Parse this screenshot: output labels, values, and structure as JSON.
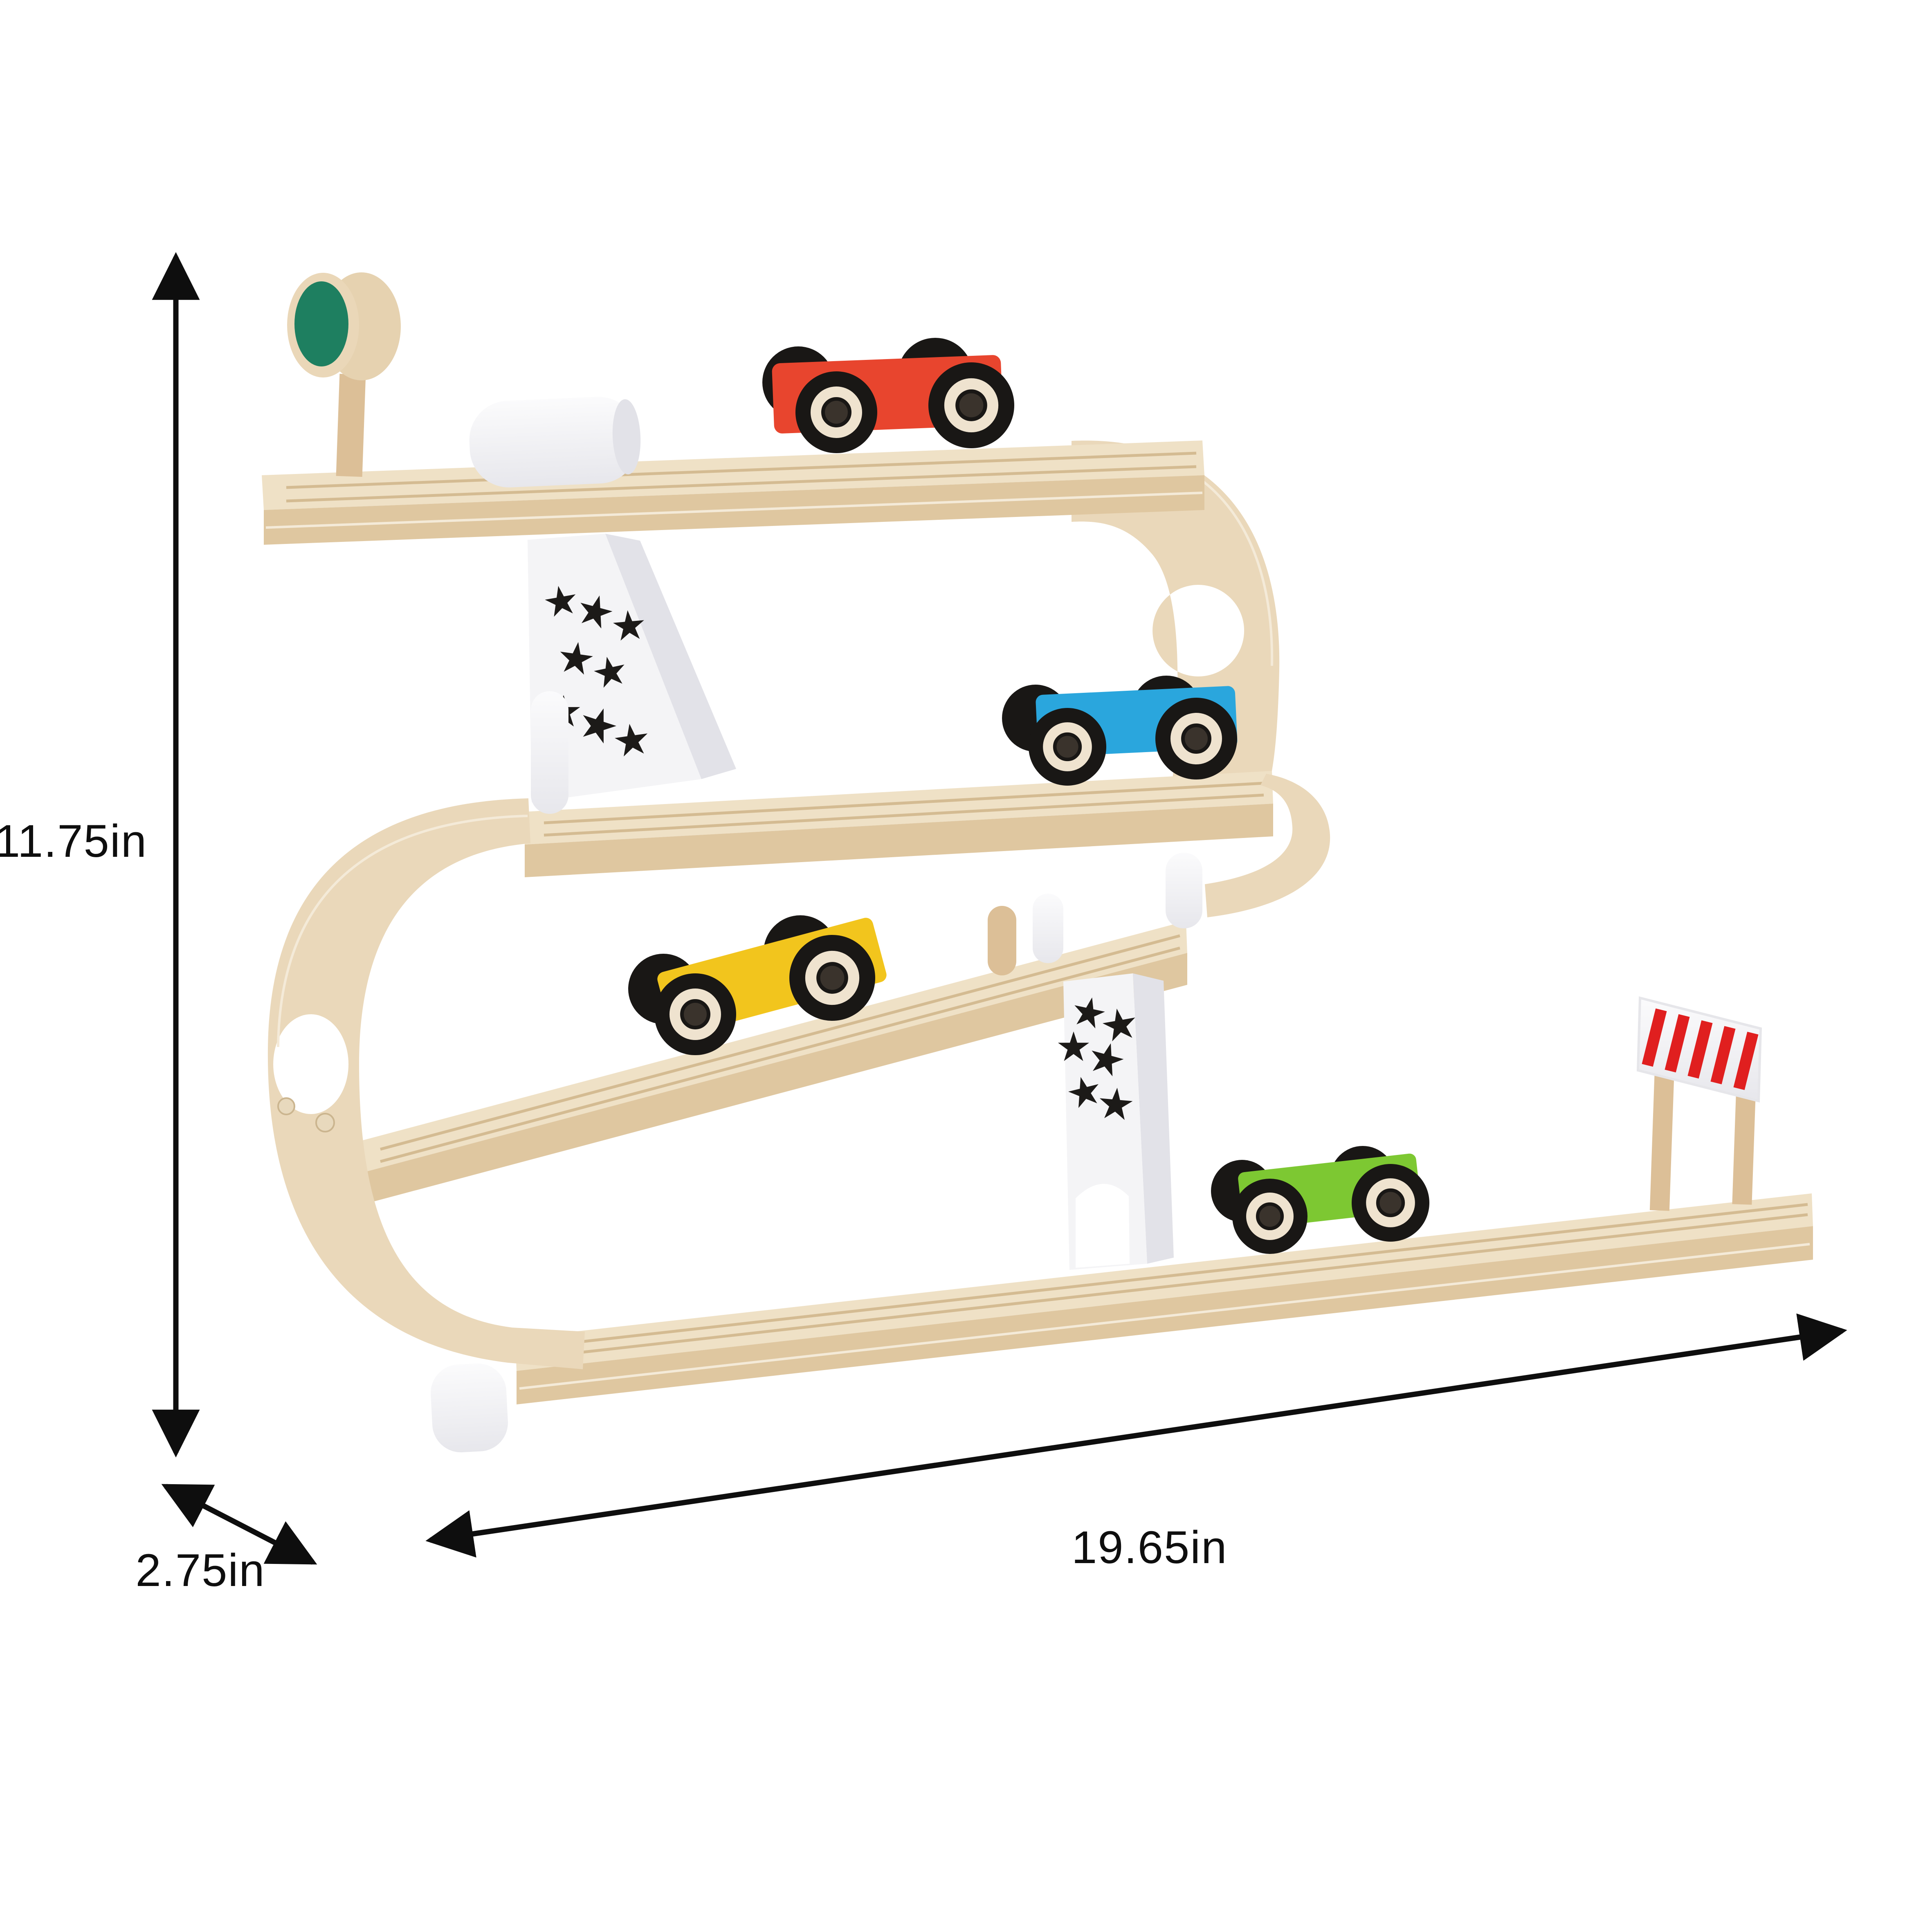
{
  "background": "#ffffff",
  "dimensions": {
    "height": "11.75in",
    "depth": "2.75in",
    "length": "19.65in"
  },
  "palette": {
    "annotation": "#0e0e0e",
    "wood_light": "#efe1c6",
    "wood_mid": "#e6d2b0",
    "wood_edge": "#dcc49e",
    "white_part": "#f4f4f6",
    "star_black": "#1c1a18",
    "tree_green": "#1e7f60",
    "car_red": "#e8452e",
    "car_blue": "#2aa6dd",
    "car_yellow": "#f2c51d",
    "car_green": "#7dc832",
    "wheel_black": "#191715",
    "wheel_ring": "#efe3cf",
    "barrier_red": "#e01f1f",
    "post_wood": "#dcbf97"
  },
  "scene": {
    "description_parts": {
      "tree_sign": "round wooden tree sign with green face",
      "supports": "white ramp supports decorated with black stars",
      "barrier": "white finish barrier with red stripes",
      "cars": [
        "red car",
        "blue car",
        "yellow car",
        "green car"
      ]
    }
  }
}
